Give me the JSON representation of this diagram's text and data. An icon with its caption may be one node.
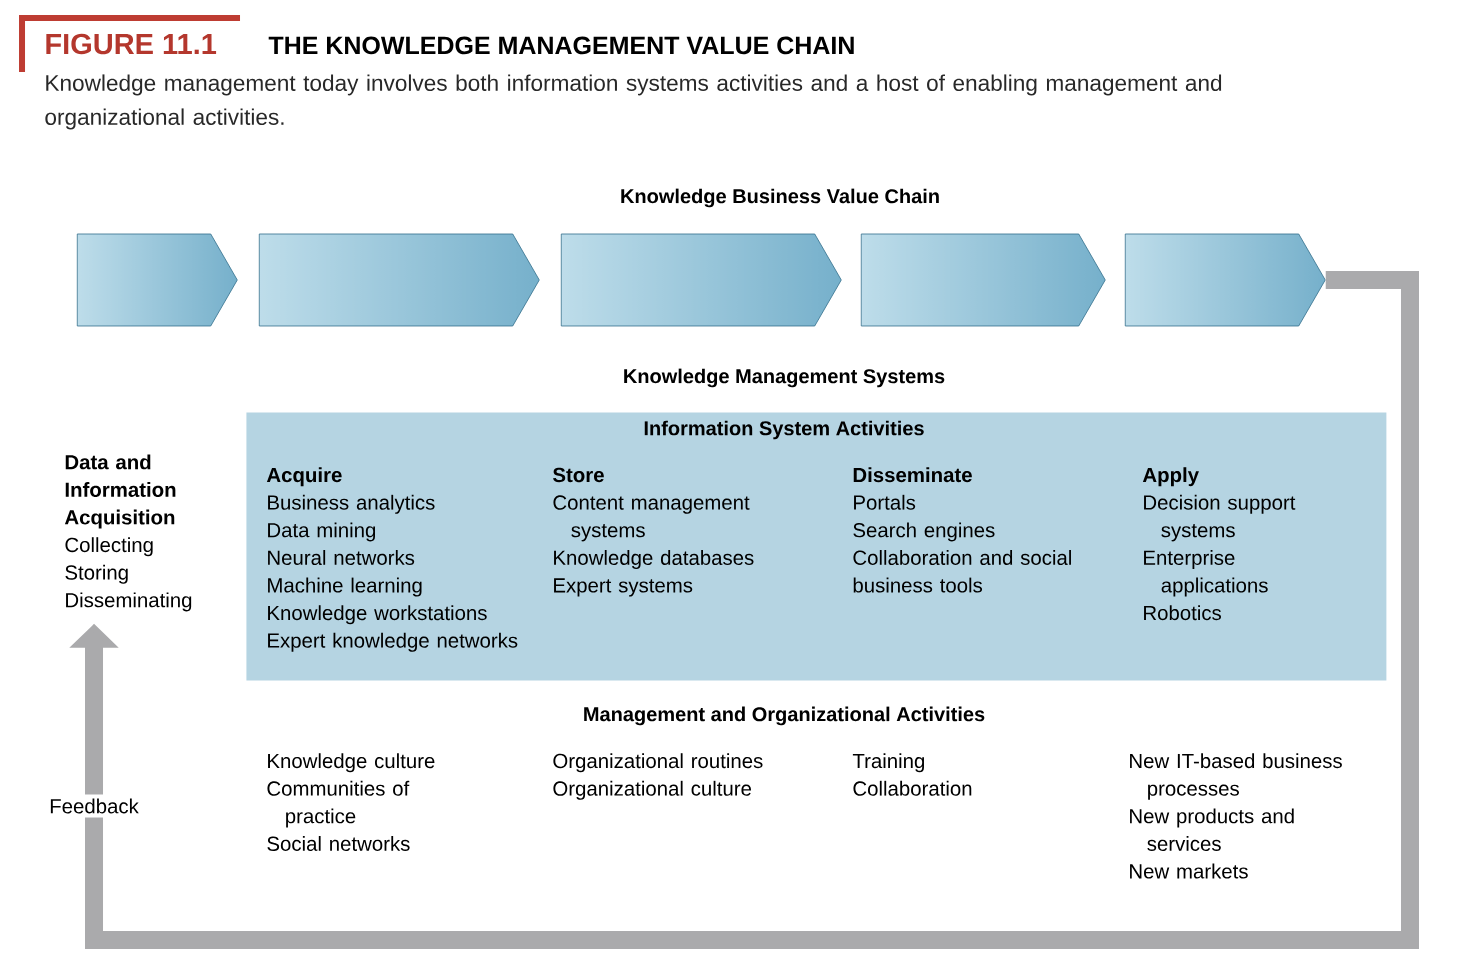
{
  "diagram": {
    "title": "THE KNOWLEDGE MANAGEMENT VALUE CHAIN",
    "caption": "Knowledge management today involves both information systems activities and a host of enabling management and organizational activities.",
    "nodes": [
      {
        "text": [],
        "shape": "chevron"
      },
      {
        "text": [],
        "shape": "chevron"
      },
      {
        "text": [],
        "shape": "chevron"
      },
      {
        "text": [],
        "shape": "chevron"
      },
      {
        "text": [],
        "shape": "chevron"
      },
      {
        "text": [
          "Data and Information Acquisition",
          "Collecting",
          "Storing",
          "Disseminating"
        ]
      },
      {
        "text": [
          "Information System Activities",
          "Acquire",
          "Business analytics",
          "Data mining",
          "Neural networks",
          "Machine learning",
          "Knowledge workstations",
          "Expert knowledge networks",
          "Store",
          "Content management systems",
          "Knowledge databases",
          "Expert systems",
          "Disseminate",
          "Portals",
          "Search engines",
          "Collaboration and social business tools",
          "Apply",
          "Decision support systems",
          "Enterprise applications",
          "Robotics"
        ]
      }
    ],
    "edges": [
      {
        "from": 4,
        "to": 5,
        "arrow": "to",
        "label": "Feedback"
      }
    ],
    "labels": [
      "FIGURE 11.1",
      "Knowledge Business Value Chain",
      "Knowledge Management Systems",
      "Management and Organizational Activities",
      "Knowledge culture",
      "Communities of practice",
      "Social networks",
      "Organizational routines",
      "Organizational culture",
      "Training",
      "Collaboration",
      "New IT-based business processes",
      "New products and services",
      "New markets"
    ]
  }
}
